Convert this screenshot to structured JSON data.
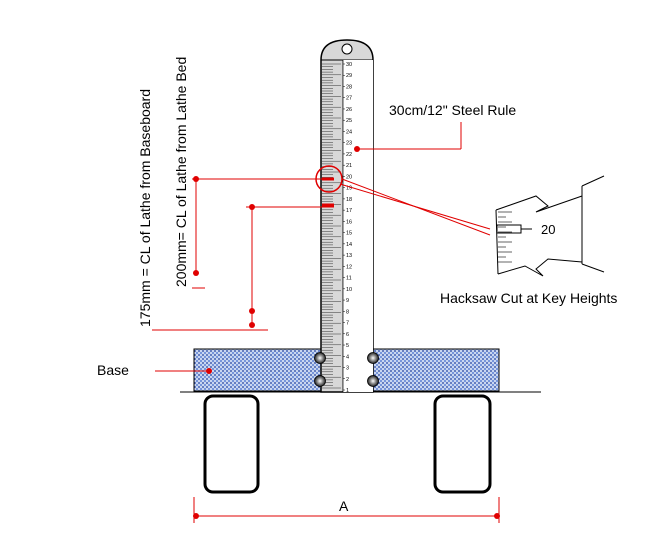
{
  "labels": {
    "rule": "30cm/12\" Steel Rule",
    "hacksaw": "Hacksaw Cut at Key Heights",
    "base": "Base",
    "dimension_a": "A",
    "cl_lathe_bed": "200mm= CL of Lathe from Lathe Bed",
    "cl_baseboard": "175mm = CL of Lathe from Baseboard",
    "zoom_mark": "20"
  },
  "rule_scale": {
    "min": 1,
    "max": 30,
    "numbers": [
      30,
      29,
      28,
      27,
      26,
      25,
      24,
      23,
      22,
      21,
      20,
      19,
      18,
      17,
      16,
      15,
      14,
      13,
      12,
      11,
      10,
      9,
      8,
      7,
      6,
      5,
      4,
      3,
      2,
      1
    ]
  },
  "colors": {
    "annotation": "#e00000",
    "base_fill": "#3a66cc",
    "rule_fill": "#d8d8d8",
    "outline": "#000000"
  }
}
